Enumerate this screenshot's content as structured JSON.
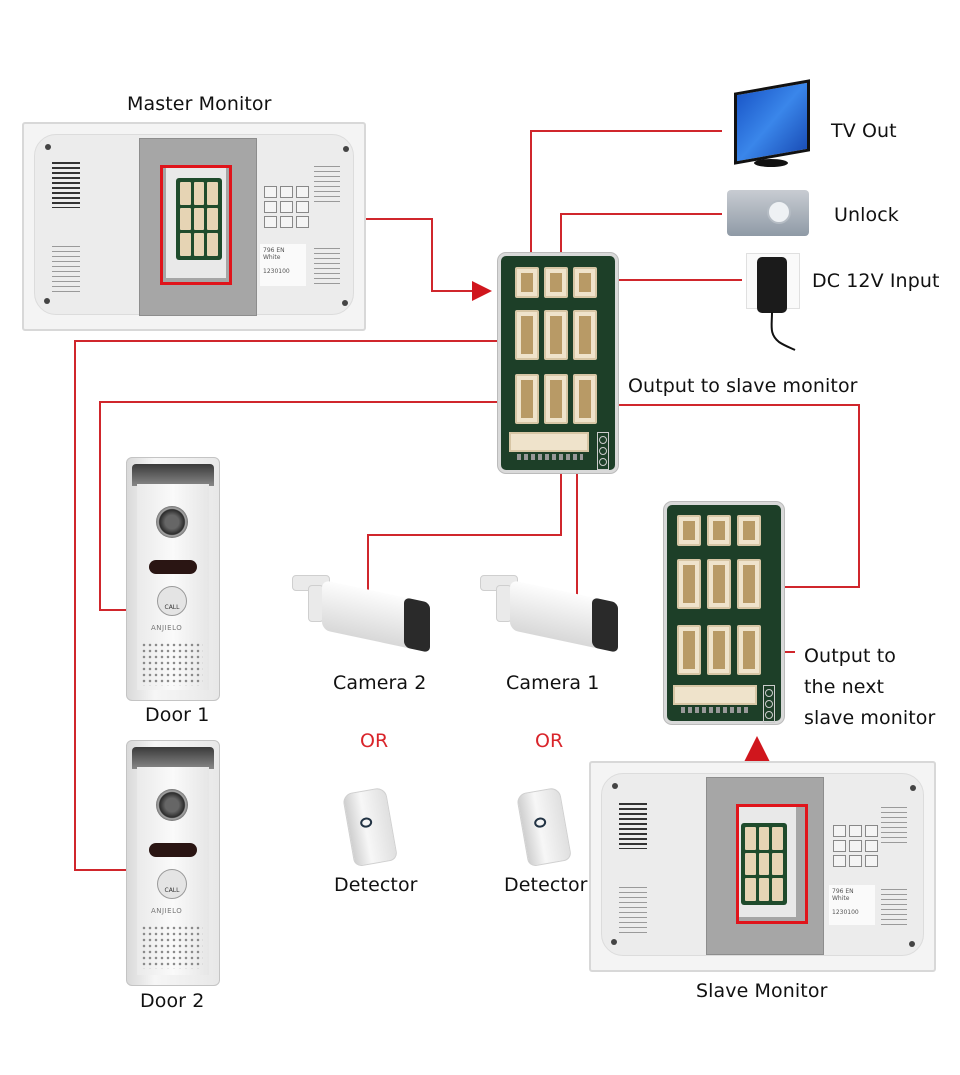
{
  "title": "Video intercom wiring diagram",
  "accent_color": "#e0141b",
  "devices": {
    "master_monitor": {
      "label": "Master Monitor",
      "sticker_line1": "796 EN White",
      "sticker_line2": "1230100"
    },
    "tv": {
      "label": "TV Out"
    },
    "lock": {
      "label": "Unlock"
    },
    "power": {
      "label": "DC 12V Input"
    },
    "slave_output": {
      "label": "Output to slave monitor"
    },
    "next_slave": {
      "label_lines": [
        "Output to",
        "the next",
        "slave monitor"
      ]
    },
    "door1": {
      "label": "Door 1",
      "button_text": "CALL",
      "logo_text": "ANJIELO"
    },
    "door2": {
      "label": "Door 2",
      "button_text": "CALL",
      "logo_text": "ANJIELO"
    },
    "camera2": {
      "label": "Camera 2"
    },
    "camera1": {
      "label": "Camera 1"
    },
    "or_left": "OR",
    "or_right": "OR",
    "detector_left": {
      "label": "Detector"
    },
    "detector_right": {
      "label": "Detector"
    },
    "slave_monitor": {
      "label": "Slave Monitor",
      "sticker_line1": "796 EN White",
      "sticker_line2": "1230100"
    }
  }
}
